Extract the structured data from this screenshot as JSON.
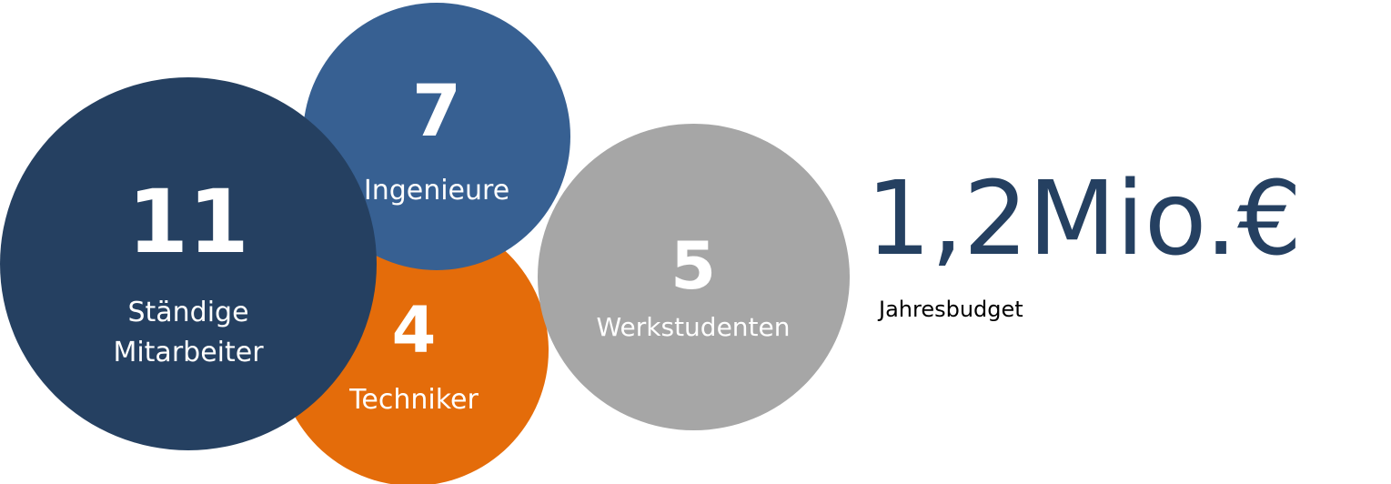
{
  "colors": {
    "navy": "#254061",
    "blue": "#376092",
    "orange": "#e46c0a",
    "gray": "#a6a6a6",
    "budget_text": "#254061"
  },
  "circles": {
    "staendige": {
      "value": "11",
      "label": "Ständige Mitarbeiter"
    },
    "ingenieure": {
      "value": "7",
      "label": "Ingenieure"
    },
    "techniker": {
      "value": "4",
      "label": "Techniker"
    },
    "werkstudenten": {
      "value": "5",
      "label": "Werkstudenten"
    }
  },
  "budget": {
    "value": "1,2Mio.€",
    "label": "Jahresbudget"
  }
}
